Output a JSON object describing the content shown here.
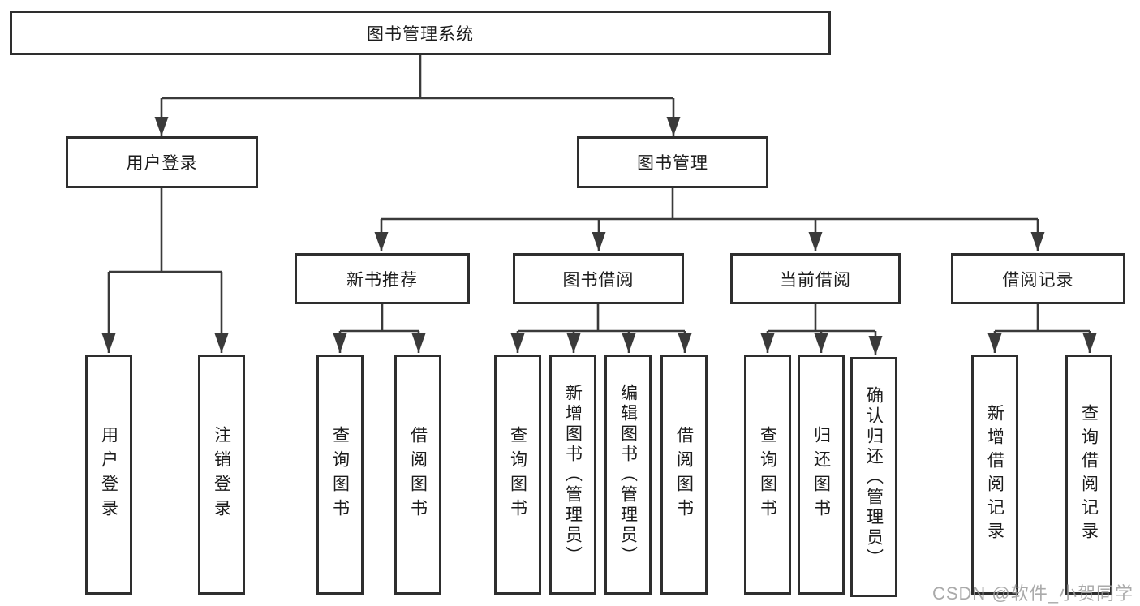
{
  "diagram": {
    "root": "图书管理系统",
    "level2": {
      "user_login": "用户登录",
      "book_mgmt": "图书管理"
    },
    "level3": {
      "new_book": "新书推荐",
      "borrow": "图书借阅",
      "current": "当前借阅",
      "records": "借阅记录"
    },
    "leaves": {
      "user_login": "用户登录",
      "logout": "注销登录",
      "nb_query": "查询图书",
      "nb_borrow": "借阅图书",
      "bb_query": "查询图书",
      "bb_add": "新增图书（管理员）",
      "bb_edit": "编辑图书（管理员）",
      "bb_borrow": "借阅图书",
      "cb_query": "查询图书",
      "cb_return": "归还图书",
      "cb_confirm": "确认归还（管理员）",
      "rec_add": "新增借阅记录",
      "rec_query": "查询借阅记录"
    }
  },
  "watermark": "CSDN @软件_小贺同学",
  "colors": {
    "line": "#3a3a3a",
    "border": "#2e2e2e",
    "text": "#1c1c1c",
    "watermark_gray": "#9b9b9b",
    "background": "#ffffff"
  }
}
